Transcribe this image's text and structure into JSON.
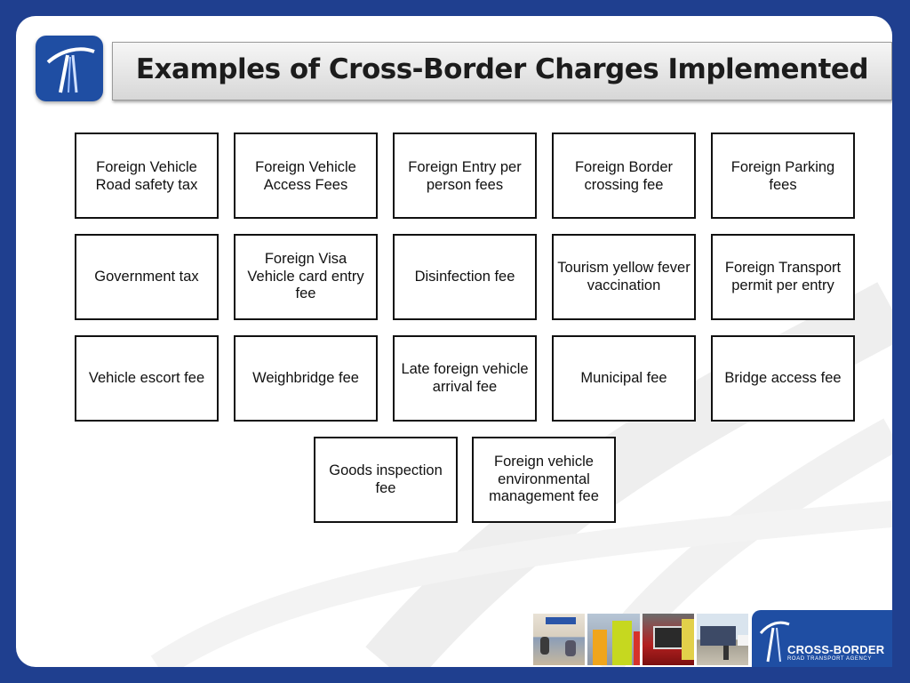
{
  "slide": {
    "title": "Examples of Cross-Border Charges Implemented"
  },
  "charges": [
    "Foreign Vehicle Road safety tax",
    "Foreign Vehicle Access Fees",
    "Foreign Entry per person fees",
    "Foreign Border crossing fee",
    "Foreign Parking fees",
    "Government tax",
    "Foreign Visa Vehicle card entry fee",
    "Disinfection fee",
    "Tourism yellow fever vaccination",
    "Foreign Transport permit per entry",
    "Vehicle escort fee",
    "Weighbridge fee",
    "Late foreign vehicle arrival fee",
    "Municipal fee",
    "Bridge access fee",
    "Goods inspection fee",
    "Foreign vehicle environmental management fee"
  ],
  "branding": {
    "logo_name": "CROSS-BORDER",
    "logo_subtitle": "ROAD TRANSPORT AGENCY",
    "logo_icon": "road-swoosh-icon"
  },
  "colors": {
    "frame": "#1f3f8f",
    "logo_blue": "#1f4ea3",
    "box_border": "#111111"
  }
}
